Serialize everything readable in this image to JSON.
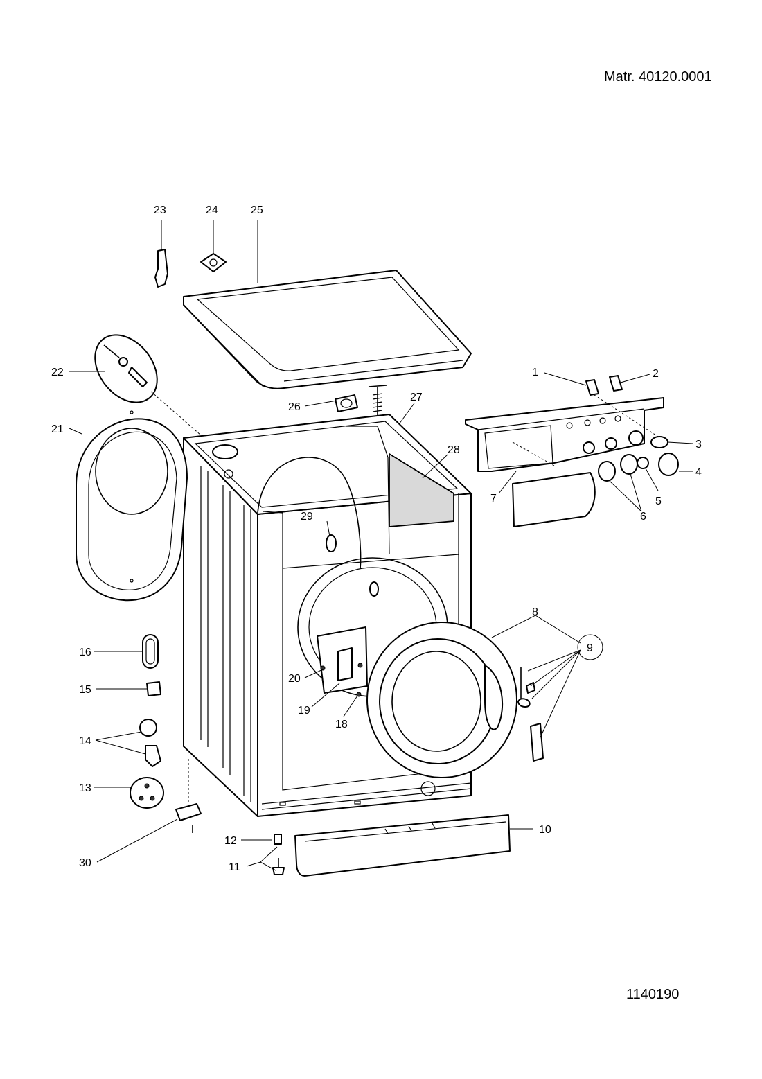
{
  "header": {
    "material": "Matr. 40120.0001"
  },
  "footer": {
    "document_number": "1140190"
  },
  "labels": [
    "1",
    "2",
    "3",
    "4",
    "5",
    "6",
    "7",
    "8",
    "9",
    "10",
    "11",
    "12",
    "13",
    "14",
    "15",
    "16",
    "18",
    "19",
    "20",
    "21",
    "22",
    "23",
    "24",
    "25",
    "26",
    "27",
    "28",
    "29",
    "30"
  ]
}
